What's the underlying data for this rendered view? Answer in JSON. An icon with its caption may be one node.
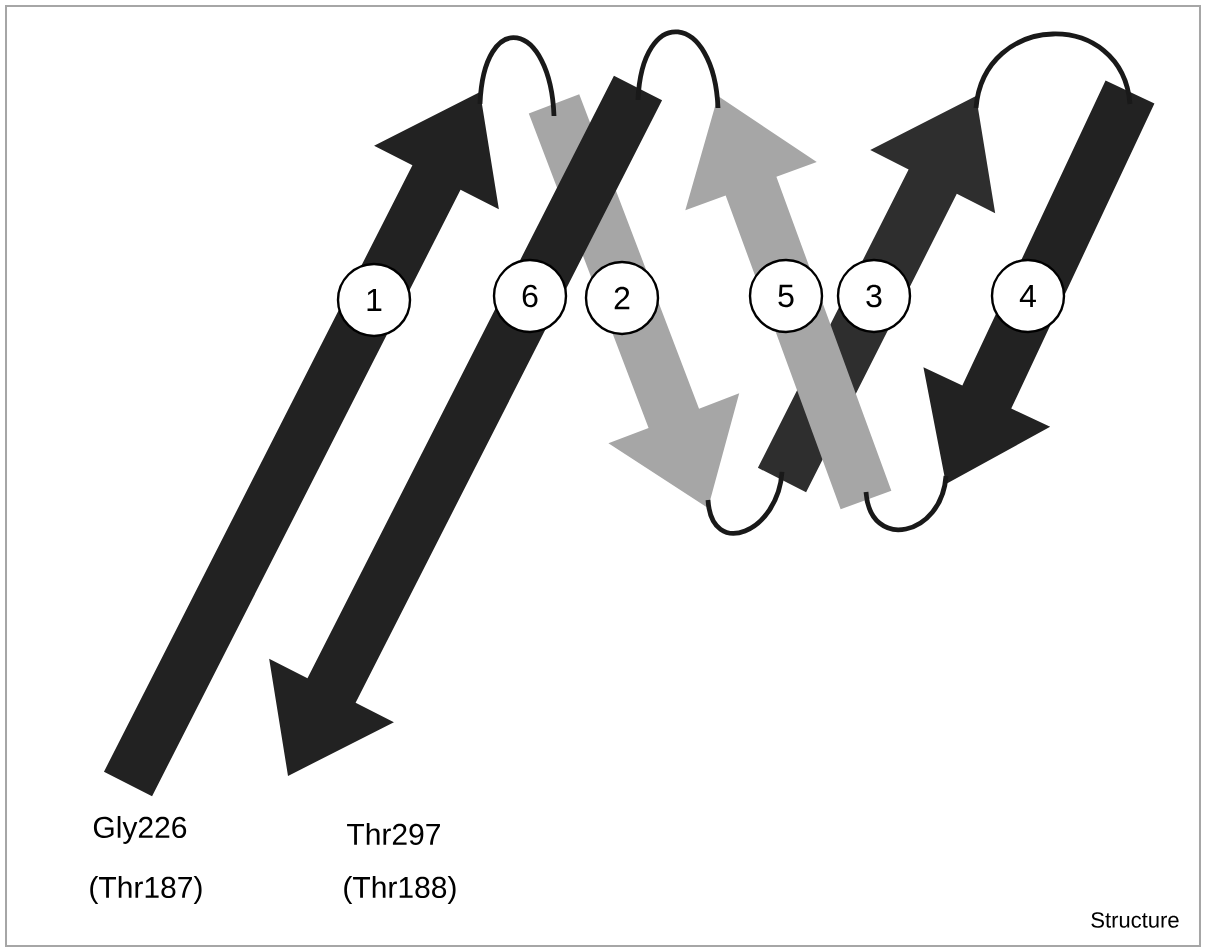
{
  "diagram": {
    "nodes": [
      {
        "text": [
          "1"
        ]
      },
      {
        "text": [
          "6"
        ]
      },
      {
        "text": [
          "2"
        ]
      },
      {
        "text": [
          "5"
        ]
      },
      {
        "text": [
          "3"
        ]
      },
      {
        "text": [
          "4"
        ]
      }
    ],
    "edges": [
      {
        "from": 0,
        "to": 2,
        "arrow": "none"
      },
      {
        "from": 2,
        "to": 4,
        "arrow": "none"
      },
      {
        "from": 4,
        "to": 5,
        "arrow": "none"
      },
      {
        "from": 5,
        "to": 3,
        "arrow": "none"
      },
      {
        "from": 3,
        "to": 1,
        "arrow": "none"
      }
    ],
    "labels": [
      "Gly226",
      "Thr297",
      "(Thr187)",
      "(Thr188)",
      "Structure"
    ]
  }
}
